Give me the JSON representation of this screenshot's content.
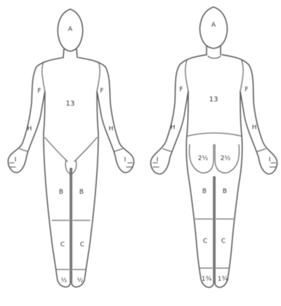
{
  "front": {
    "head": "A",
    "trunk": "13",
    "upper_arm_left": "F",
    "upper_arm_right": "F",
    "forearm_left": "H",
    "forearm_right": "H",
    "hand_left": "I",
    "hand_right": "I",
    "thigh_left": "B",
    "thigh_right": "B",
    "lower_leg_left": "C",
    "lower_leg_right": "C",
    "foot_left": "½",
    "foot_right": "½"
  },
  "back": {
    "head": "A",
    "trunk": "13",
    "upper_arm_left": "F",
    "upper_arm_right": "F",
    "forearm_left": "H",
    "forearm_right": "H",
    "hand_left": "I",
    "hand_right": "I",
    "buttock_left": "2½",
    "buttock_right": "2½",
    "thigh_left": "B",
    "thigh_right": "B",
    "lower_leg_left": "C",
    "lower_leg_right": "C",
    "foot_left": "1¾",
    "foot_right": "1¾"
  }
}
